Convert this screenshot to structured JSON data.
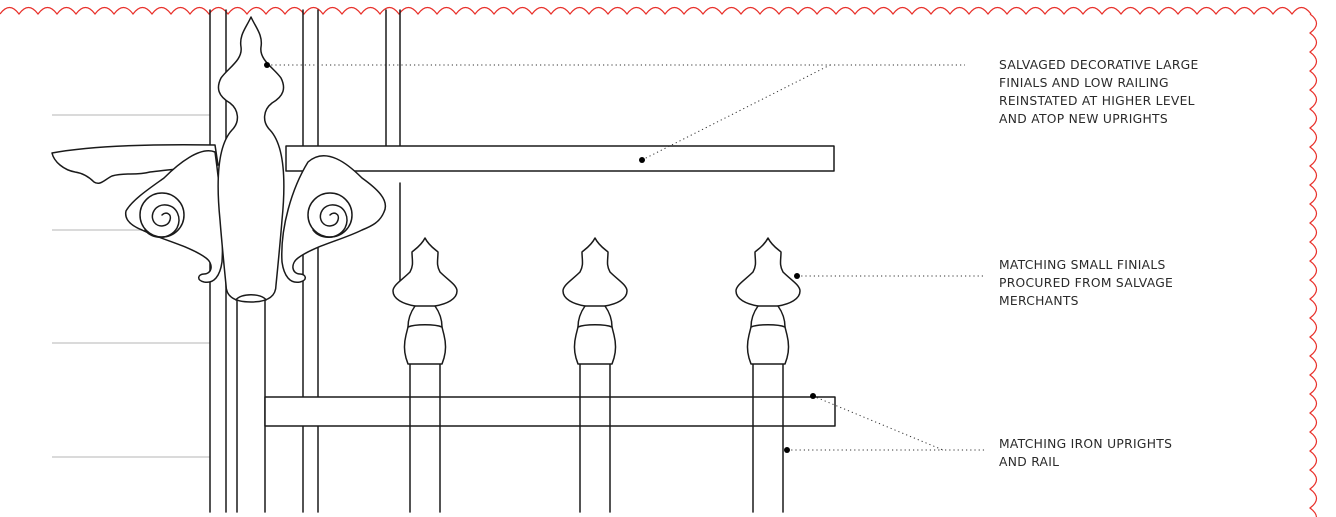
{
  "annotations": [
    {
      "id": "large-finials",
      "lines": [
        "SALVAGED DECORATIVE  LARGE",
        "FINIALS AND LOW RAILING",
        "REINSTATED AT HIGHER LEVEL",
        "AND  ATOP NEW UPRIGHTS"
      ]
    },
    {
      "id": "small-finials",
      "lines": [
        "MATCHING SMALL FINIALS",
        "PROCURED FROM  SALVAGE",
        "MERCHANTS"
      ]
    },
    {
      "id": "iron-uprights",
      "lines": [
        "MATCHING  IRON UPRIGHTS",
        "AND RAIL"
      ]
    }
  ],
  "colors": {
    "linework": "#1a1a1a",
    "background_lines": "#b5b5b5",
    "border_scallop": "#e8302a",
    "text": "#2a2a2a"
  }
}
